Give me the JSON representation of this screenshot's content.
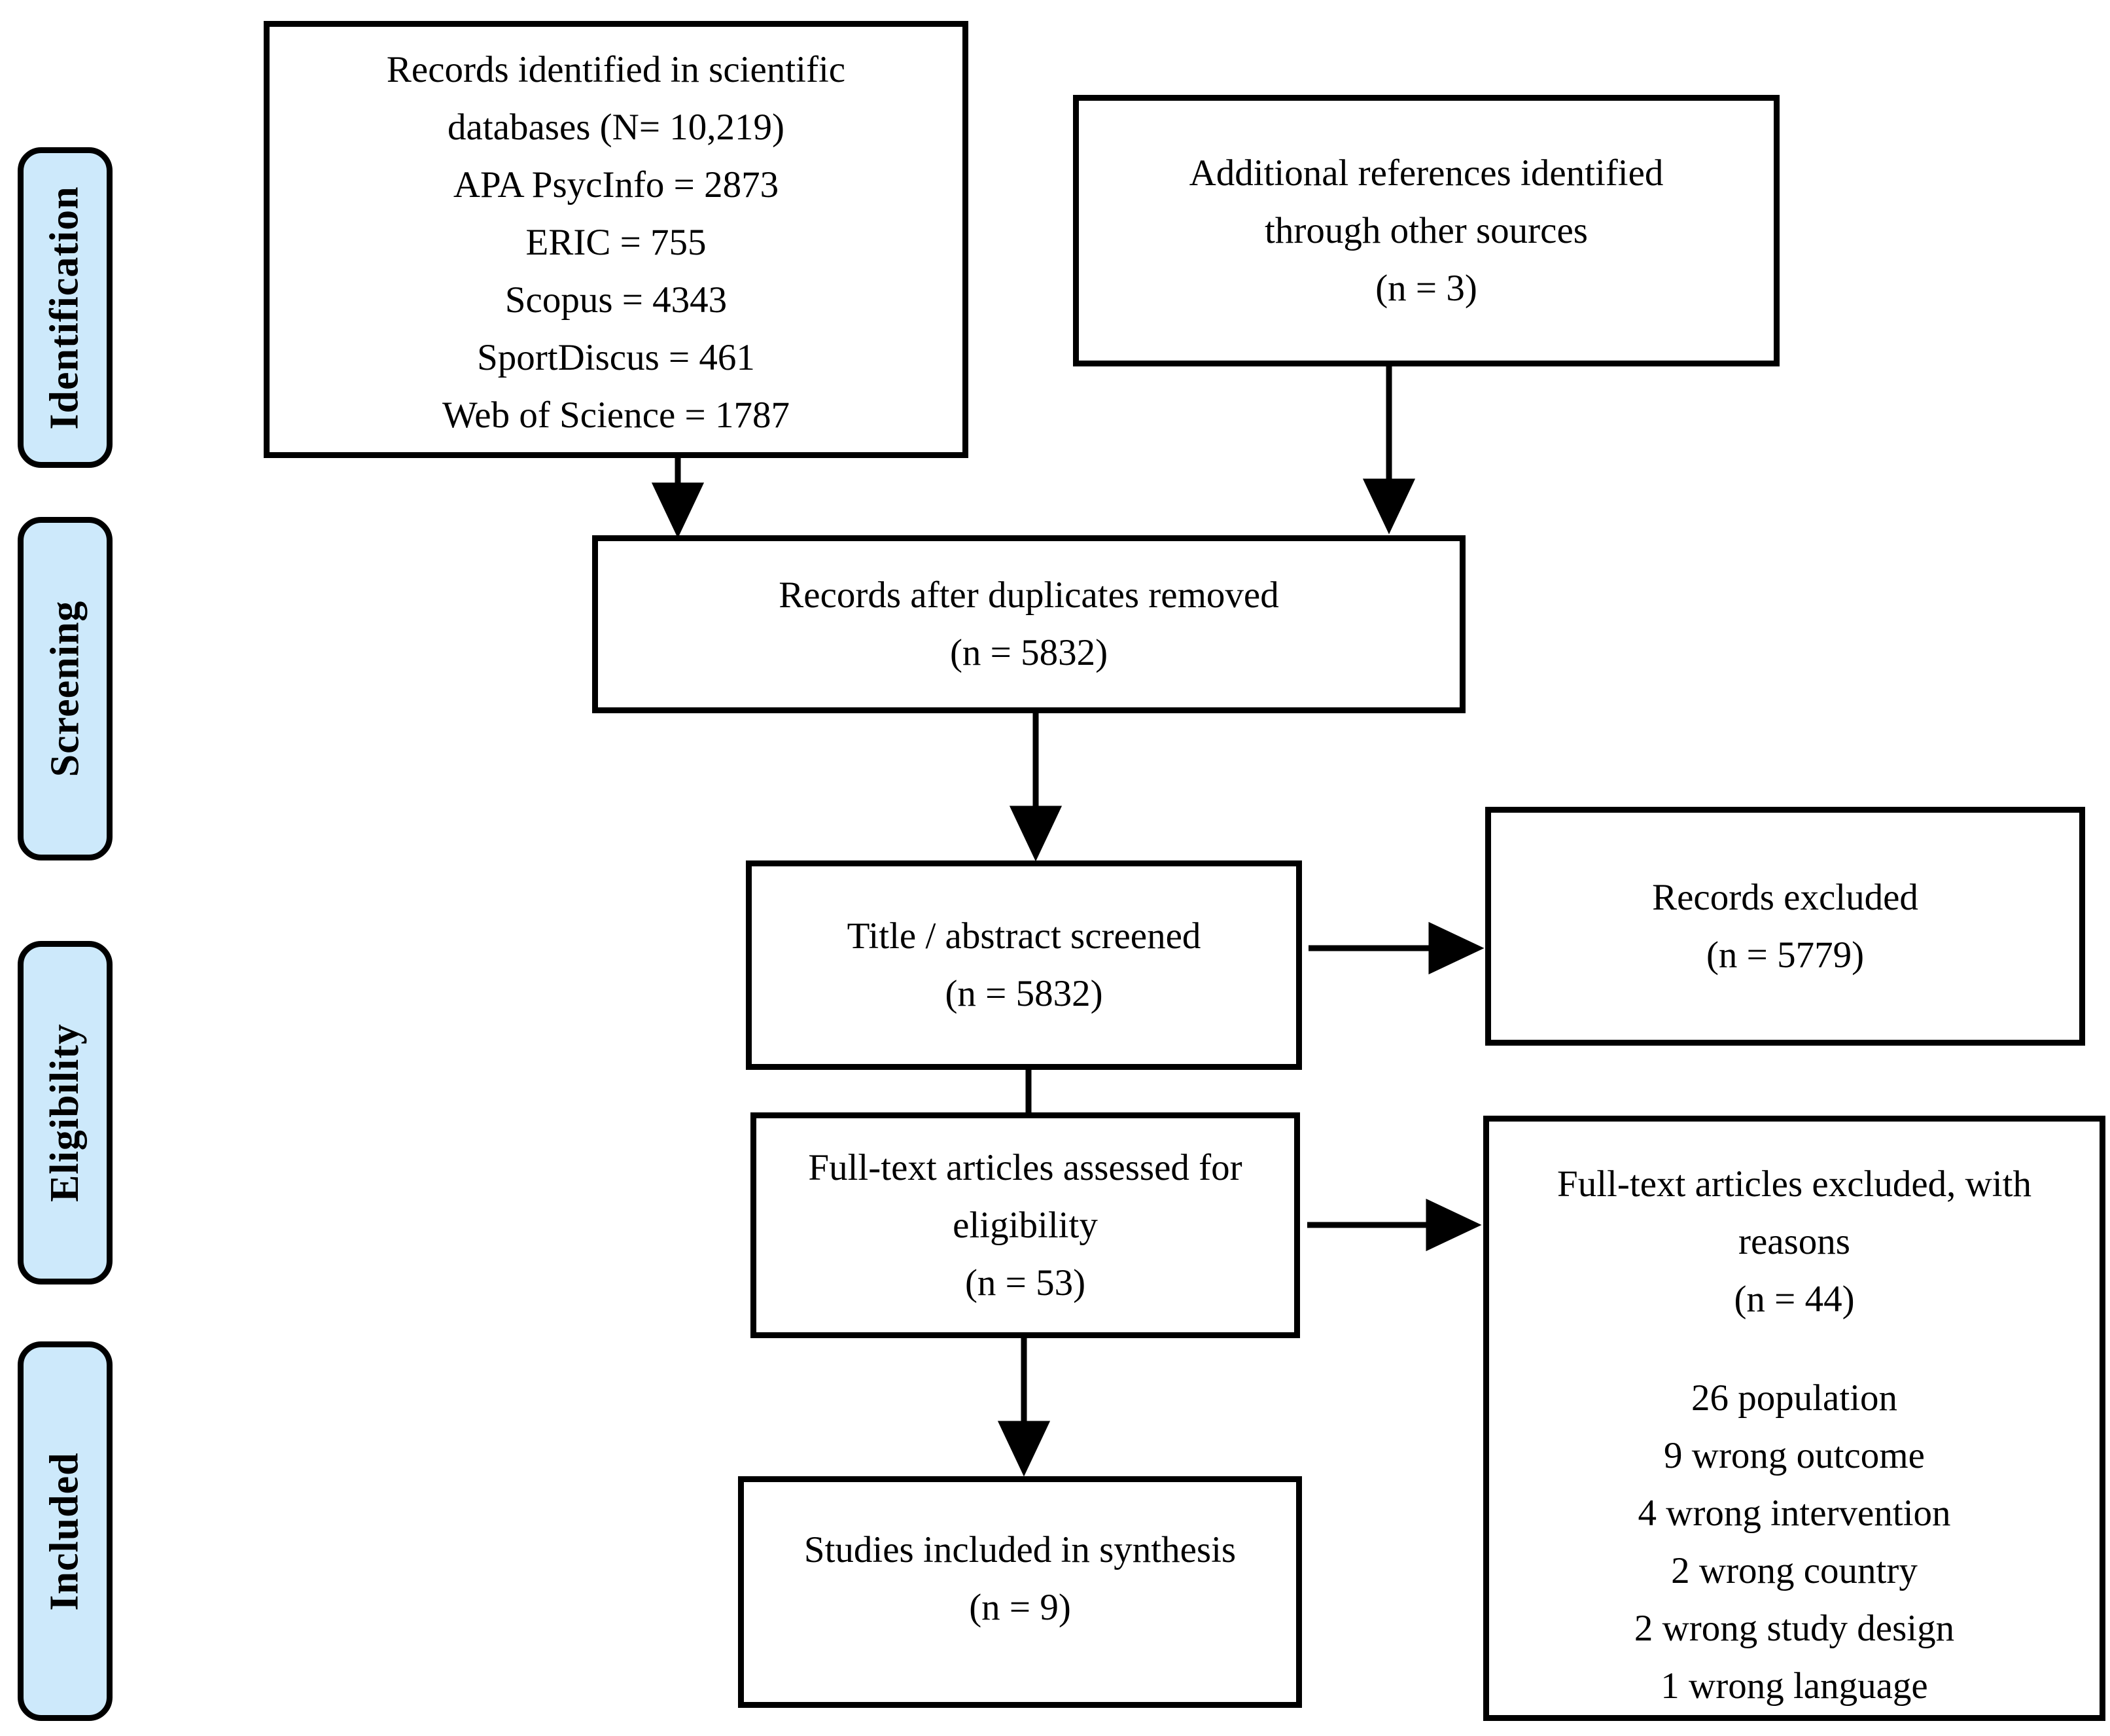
{
  "colors": {
    "stage_fill": "#cde9fb",
    "border": "#000000",
    "background": "#ffffff"
  },
  "stages": [
    {
      "label": "Identification"
    },
    {
      "label": "Screening"
    },
    {
      "label": "Eligibility"
    },
    {
      "label": "Included"
    }
  ],
  "boxes": {
    "records_identified": {
      "lines": [
        "Records identified in scientific",
        "databases (N= 10,219)",
        "APA PsycInfo = 2873",
        "ERIC = 755",
        "Scopus = 4343",
        "SportDiscus = 461",
        "Web of Science = 1787"
      ]
    },
    "additional_references": {
      "lines": [
        "Additional references identified",
        "through other sources",
        "(n = 3)"
      ]
    },
    "duplicates_removed": {
      "lines": [
        "Records after duplicates removed",
        "(n = 5832)"
      ]
    },
    "title_abstract_screened": {
      "lines": [
        "Title / abstract screened",
        "(n = 5832)"
      ]
    },
    "records_excluded": {
      "lines": [
        "Records excluded",
        "(n = 5779)"
      ]
    },
    "fulltext_assessed": {
      "lines": [
        "Full-text articles assessed for",
        "eligibility",
        "(n = 53)"
      ]
    },
    "fulltext_excluded": {
      "title_lines": [
        "Full-text articles excluded, with",
        "reasons",
        "(n = 44)"
      ],
      "reasons": [
        "26 population",
        "9 wrong outcome",
        "4 wrong intervention",
        "2 wrong country",
        "2 wrong study design",
        "1 wrong language"
      ]
    },
    "studies_included": {
      "lines": [
        "Studies included in synthesis",
        "(n = 9)"
      ]
    }
  }
}
